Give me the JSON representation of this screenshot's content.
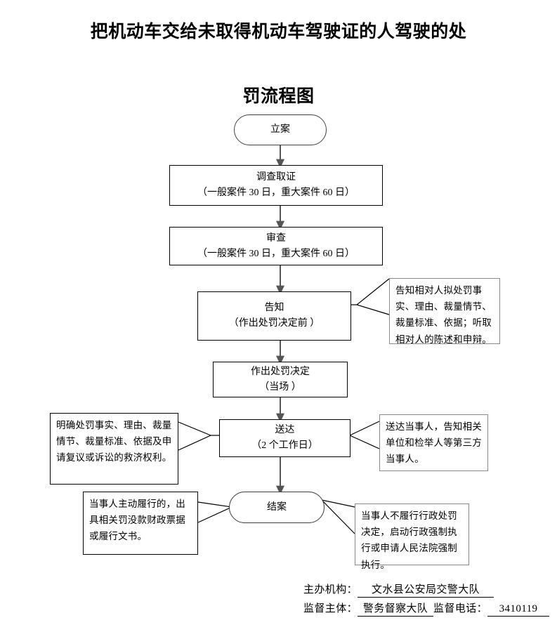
{
  "title": {
    "line1": "把机动车交给未取得机动车驾驶证的人驾驶的处",
    "line2": "罚流程图"
  },
  "flow": {
    "nodes": [
      {
        "id": "start",
        "shape": "rounded",
        "lines": [
          "立案"
        ]
      },
      {
        "id": "investigate",
        "shape": "rect",
        "lines": [
          "调查取证",
          "（一般案件 30 日，重大案件 60 日）"
        ]
      },
      {
        "id": "review",
        "shape": "rect",
        "lines": [
          "审查",
          "（一般案件 30 日，重大案件 60 日）"
        ]
      },
      {
        "id": "notify",
        "shape": "rect",
        "lines": [
          "告知",
          "（作出处罚决定前 ）"
        ]
      },
      {
        "id": "decision",
        "shape": "rect",
        "lines": [
          "作出处罚决定",
          "（当场 ）"
        ]
      },
      {
        "id": "serve",
        "shape": "rect",
        "lines": [
          "送达",
          "（2 个工作日）"
        ]
      },
      {
        "id": "close",
        "shape": "rounded",
        "lines": [
          "结案"
        ]
      }
    ],
    "notes": [
      {
        "id": "note-notify",
        "text": "告知相对人拟处罚事实、理由、裁量情节、裁量标准、依据；听取相对人的陈述和申辩。"
      },
      {
        "id": "note-serve-left",
        "text": "明确处罚事实、理由、裁量情节、裁量标准、依据及申请复议或诉讼的救济权利。"
      },
      {
        "id": "note-serve-right",
        "text": "送达当事人，告知相关单位和检举人等第三方当事人。"
      },
      {
        "id": "note-close-left",
        "text": "当事人主动履行的，出具相关罚没款财政票据或履行文书。"
      },
      {
        "id": "note-close-right",
        "text": "当事人不履行行政处罚决定，启动行政强制执行或申请人民法院强制执行。"
      }
    ]
  },
  "footer": {
    "org_label": "主办机构：",
    "org_value": "文水县公安局交警大队",
    "supervisor_label": "监督主体：",
    "supervisor_value": "警务督察大队",
    "phone_label": "监督电话：",
    "phone_value": "3410119"
  },
  "colors": {
    "border": "#000000",
    "rounded_border": "#404040",
    "note_gray_border": "#8a8a8a",
    "arrow": "#555555",
    "background": "#ffffff"
  }
}
